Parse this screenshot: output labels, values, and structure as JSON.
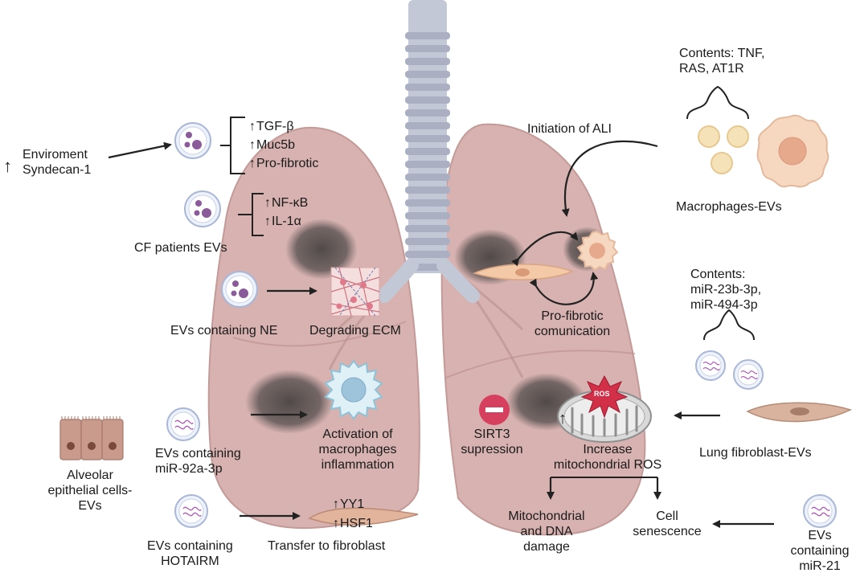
{
  "labels": {
    "environment_line1": "Enviroment",
    "environment_line2": "Syndecan-1",
    "tgf_beta": "TGF-β",
    "muc5b": "Muc5b",
    "pro_fibrotic": "Pro-fibrotic",
    "nf_kb": "NF-κB",
    "il_1a": "IL-1α",
    "cf_patients_evs": "CF patients EVs",
    "evs_containing_ne": "EVs containing NE",
    "degrading_ecm": "Degrading ECM",
    "activation_line1": "Activation of",
    "activation_line2": "macrophages",
    "activation_line3": "inflammation",
    "evs_mir92_line1": "EVs containing",
    "evs_mir92_line2": "miR-92a-3p",
    "alveolar_line1": "Alveolar",
    "alveolar_line2": "epithelial cells-",
    "alveolar_line3": "EVs",
    "evs_hotairm_line1": "EVs containing",
    "evs_hotairm_line2": "HOTAIRM",
    "yy1": "YY1",
    "hsf1": "HSF1",
    "transfer_to_fibroblast": "Transfer to fibroblast",
    "initiation_of_ali": "Initiation of ALI",
    "contents_tnf_line1": "Contents: TNF,",
    "contents_tnf_line2": "RAS, AT1R",
    "macrophages_evs": "Macrophages-EVs",
    "contents_mir_line1": "Contents:",
    "contents_mir_line2": "miR-23b-3p,",
    "contents_mir_line3": "miR-494-3p",
    "pro_fibrotic_comm_line1": "Pro-fibrotic",
    "pro_fibrotic_comm_line2": "comunication",
    "sirt3_line1": "SIRT3",
    "sirt3_line2": "supression",
    "ros_badge": "ROS",
    "increase_line1": "Increase",
    "increase_line2": "mitochondrial ROS",
    "lung_fibroblast_evs": "Lung fibroblast-EVs",
    "mito_damage_line1": "Mitochondrial",
    "mito_damage_line2": "and DNA",
    "mito_damage_line3": "damage",
    "cell_senescence_line1": "Cell",
    "cell_senescence_line2": "senescence",
    "evs_mir21_line1": "EVs",
    "evs_mir21_line2": "containing",
    "evs_mir21_line3": "miR-21"
  },
  "colors": {
    "lung_fill": "#d7b2b0",
    "lung_edge": "#c39a98",
    "trachea": "#c3c8d6",
    "damage_spot": "#5a5352",
    "ev_outline": "#a9b7d8",
    "ev_cargo_purple": "#8a5a9a",
    "macrophage": "#f6d7c0",
    "fibroblast": "#e2b49c",
    "epithelium": "#c99b8c",
    "inhibit_red": "#d6405e",
    "ros_burst": "#d23048",
    "arrow": "#222222"
  }
}
